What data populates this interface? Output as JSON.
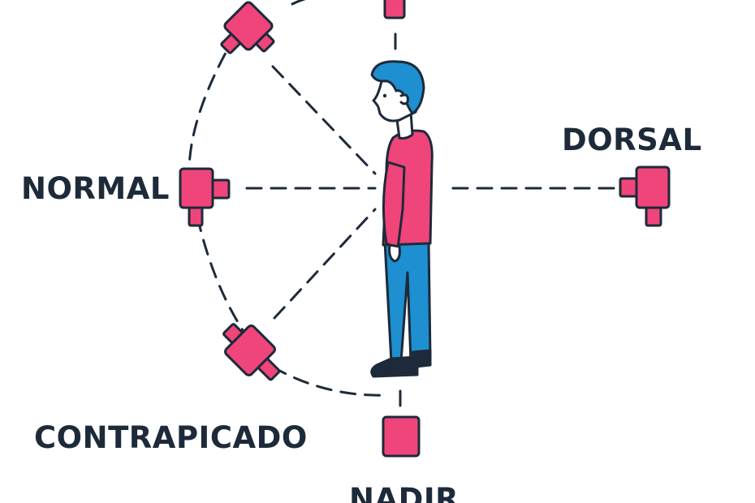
{
  "diagram": {
    "labels": {
      "normal": "NORMAL",
      "dorsal": "DORSAL",
      "contrapicado": "CONTRAPICADO",
      "nadir": "NADIR"
    },
    "colors": {
      "camera": "#f0457a",
      "shirt": "#f0457a",
      "pants": "#1e8fd1",
      "hair": "#1e8fd1",
      "skin": "#ffffff",
      "outline": "#1d2a3a",
      "background": "#ffffff"
    },
    "icons": [
      "camera-icon",
      "person-figure"
    ]
  }
}
